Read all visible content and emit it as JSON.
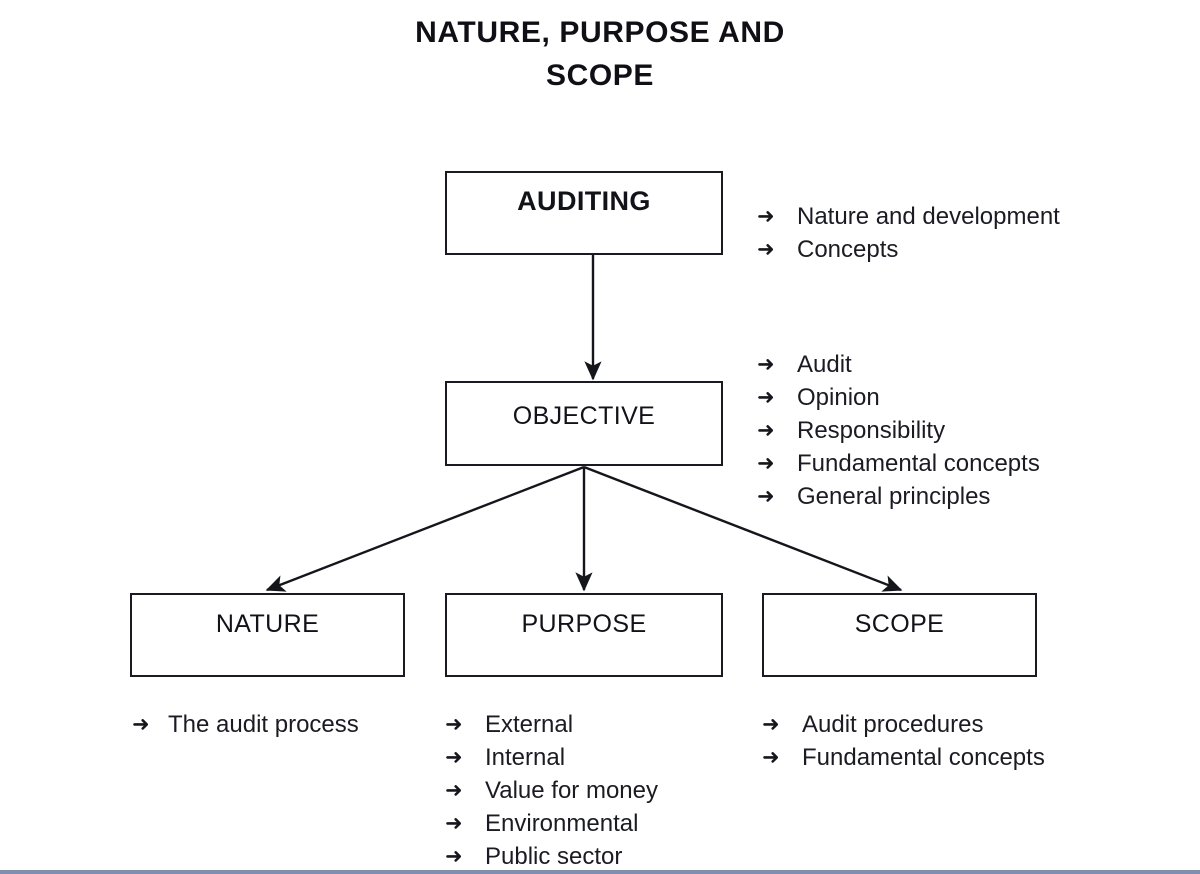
{
  "title": {
    "line1": "NATURE, PURPOSE AND",
    "line2": "SCOPE"
  },
  "bullet_marker": "➜",
  "colors": {
    "background": "#ffffff",
    "text": "#1b1b24",
    "box_border": "#1a1a22",
    "bottom_rule": "#7f8fac"
  },
  "nodes": {
    "auditing": {
      "label": "AUDITING"
    },
    "objective": {
      "label": "OBJECTIVE"
    },
    "nature": {
      "label": "NATURE"
    },
    "purpose": {
      "label": "PURPOSE"
    },
    "scope": {
      "label": "SCOPE"
    }
  },
  "bullets": {
    "auditing": [
      "Nature and development",
      "Concepts"
    ],
    "objective": [
      "Audit",
      "Opinion",
      "Responsibility",
      "Fundamental concepts",
      "General principles"
    ],
    "nature": [
      "The audit process"
    ],
    "purpose": [
      "External",
      "Internal",
      "Value for money",
      "Environmental",
      "Public sector"
    ],
    "scope": [
      "Audit procedures",
      "Fundamental concepts"
    ]
  },
  "connectors": [
    {
      "from": "auditing",
      "to": "objective"
    },
    {
      "from": "objective",
      "to": "nature"
    },
    {
      "from": "objective",
      "to": "purpose"
    },
    {
      "from": "objective",
      "to": "scope"
    }
  ]
}
